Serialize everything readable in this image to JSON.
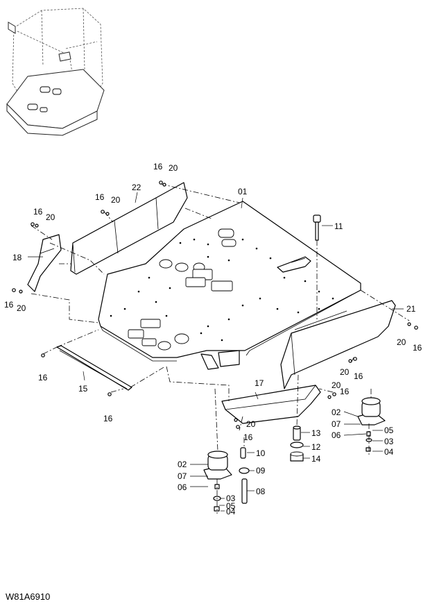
{
  "drawing_code": "W81A6910",
  "callouts": {
    "c01": "01",
    "c02a": "02",
    "c02b": "02",
    "c03a": "03",
    "c03b": "03",
    "c04a": "04",
    "c04b": "04",
    "c05a": "05",
    "c05b": "05",
    "c06a": "06",
    "c06b": "06",
    "c07a": "07",
    "c07b": "07",
    "c08": "08",
    "c09": "09",
    "c10": "10",
    "c11": "11",
    "c12": "12",
    "c13": "13",
    "c14": "14",
    "c15": "15",
    "c16a": "16",
    "c16b": "16",
    "c16c": "16",
    "c16d": "16",
    "c16e": "16",
    "c16f": "16",
    "c16g": "16",
    "c16h": "16",
    "c16i": "16",
    "c16j": "16",
    "c17": "17",
    "c18": "18",
    "c20a": "20",
    "c20b": "20",
    "c20c": "20",
    "c20d": "20",
    "c20e": "20",
    "c20f": "20",
    "c20g": "20",
    "c20h": "20",
    "c21": "21",
    "c22": "22"
  }
}
